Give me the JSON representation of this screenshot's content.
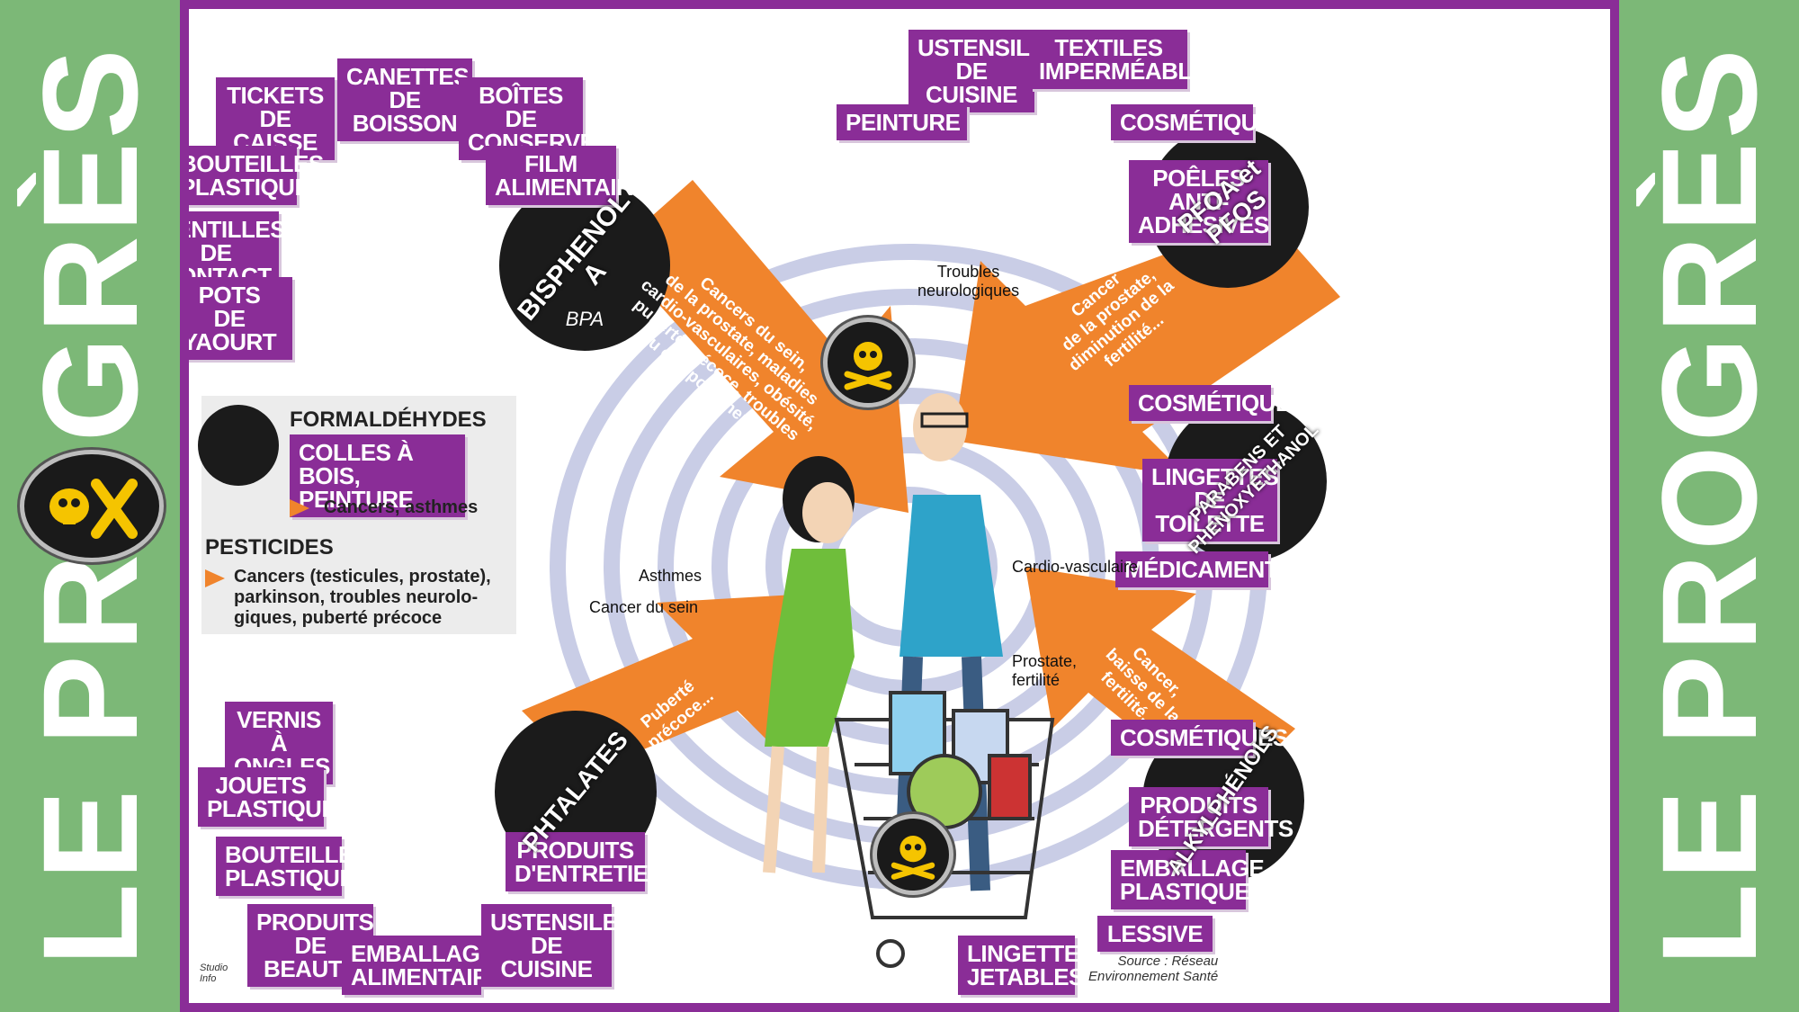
{
  "brand": "LE PROGRÈS",
  "colors": {
    "accent": "#8a2d97",
    "orange": "#f0842c",
    "green": "#7cb877"
  },
  "badges": {
    "bpa": {
      "name": "BISPHENOL A",
      "sub": "BPA"
    },
    "pfoa": {
      "name": "PFOA et PFOS"
    },
    "parabens": {
      "name": "PARABENS ET\nPHENOXYÉTHANOL"
    },
    "phtalates": {
      "name": "PHTALATES"
    },
    "alkyl": {
      "name": "ALKYLPHÉNOLS"
    }
  },
  "tags": {
    "tickets": "TICKETS\nDE CAISSE",
    "canettes": "CANETTES\nDE BOISSON",
    "boites": "BOÎTES DE\nCONSERVES",
    "bouteilles1": "BOUTEILLES\nPLASTIQUE",
    "film": "FILM\nALIMENTAIRE",
    "lentilles": "LENTILLES\nDE CONTACT",
    "pots": "POTS\nDE YAOURT",
    "ustensiles1": "USTENSILES\nDE CUISINE",
    "textiles": "TEXTILES\nIMPERMÉABLES",
    "peinture": "PEINTURE",
    "cosmetiques1": "COSMÉTIQUES",
    "poeles": "POÊLES ANTI-\nADHÉSIVES",
    "cosmetiques2": "COSMÉTIQUES",
    "lingettes_toilette": "LINGETTES\nDE TOILETTE",
    "medicaments": "MÉDICAMENTS",
    "colles": "COLLES À BOIS,\nPEINTURE",
    "vernis": "VERNIS\nÀ ONGLES",
    "jouets": "JOUETS\nPLASTIQUE",
    "bouteilles2": "BOUTEILLES\nPLASTIQUE",
    "produits_beaute": "PRODUITS\nDE BEAUTÉ",
    "emballage_alim": "EMBALLAGE\nALIMENTAIRE",
    "produits_entretien": "PRODUITS\nD'ENTRETIEN",
    "ustensiles2": "USTENSILES\nDE CUISINE",
    "cosmetiques3": "COSMÉTIQUES",
    "produits_detergents": "PRODUITS\nDÉTERGENTS",
    "emballage_plast": "EMBALLAGE\nPLASTIQUE",
    "lessive": "LESSIVE",
    "lingettes_jetables": "LINGETTES\nJETABLES"
  },
  "legend": {
    "formaldehydes_title": "FORMALDÉHYDES",
    "formaldehydes_effect": "Cancers, asthmes",
    "pesticides_title": "PESTICIDES",
    "pesticides_effect": "Cancers (testicules, prostate),\nparkinson, troubles neurolo-\ngiques, puberté précoce"
  },
  "arrows": {
    "bpa": "Cancers du sein,\nde la prostate, maladies\ncardio-vasculaires, obésité,\npuberté précoce, troubles\ndu comportement...",
    "pfoa": "Cancer\nde la prostate,\ndiminution de la\nfertilité...",
    "phtalates": "Puberté\nprécoce...",
    "alkyl": "Cancer,\nbaisse de la\nfertilité..."
  },
  "body_labels": {
    "neuro": "Troubles\nneurologiques",
    "asthmes": "Asthmes",
    "sein": "Cancer du sein",
    "cardio": "Cardio-vasculaire",
    "prostate": "Prostate,\nfertilité"
  },
  "source": "Source : Réseau\nEnvironnement Santé",
  "credit": "Studio\nInfo"
}
